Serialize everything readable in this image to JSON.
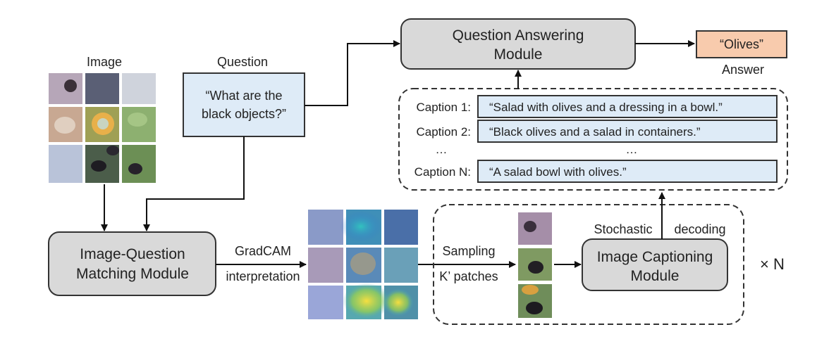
{
  "inputs": {
    "image_label": "Image",
    "question_label": "Question",
    "question_text_lines": [
      "“What are the",
      "black objects?”"
    ]
  },
  "modules": {
    "iqm_lines": [
      "Image-Question",
      "Matching Module"
    ],
    "qa_lines": [
      "Question Answering",
      "Module"
    ],
    "ic_lines": [
      "Image Captioning",
      "Module"
    ]
  },
  "edges": {
    "gradcam_lines": [
      "GradCAM",
      "interpretation"
    ],
    "sampling_lines": [
      "Sampling",
      "K’ patches"
    ],
    "stochastic": "Stochastic",
    "decoding": "decoding",
    "times_n": "× N"
  },
  "answer": {
    "text": "“Olives”",
    "label": "Answer"
  },
  "captions": [
    {
      "label": "Caption 1:",
      "text": "“Salad with olives and a dressing in a bowl.”"
    },
    {
      "label": "Caption 2:",
      "text": "“Black olives and a salad in containers.”"
    },
    {
      "label": "Caption N:",
      "text": "“A salad bowl with olives.”"
    }
  ],
  "ellipsis": "…",
  "colors": {
    "module_fill": "#d9d9d9",
    "text_box_fill": "#deebf7",
    "answer_fill": "#f8cbad"
  }
}
